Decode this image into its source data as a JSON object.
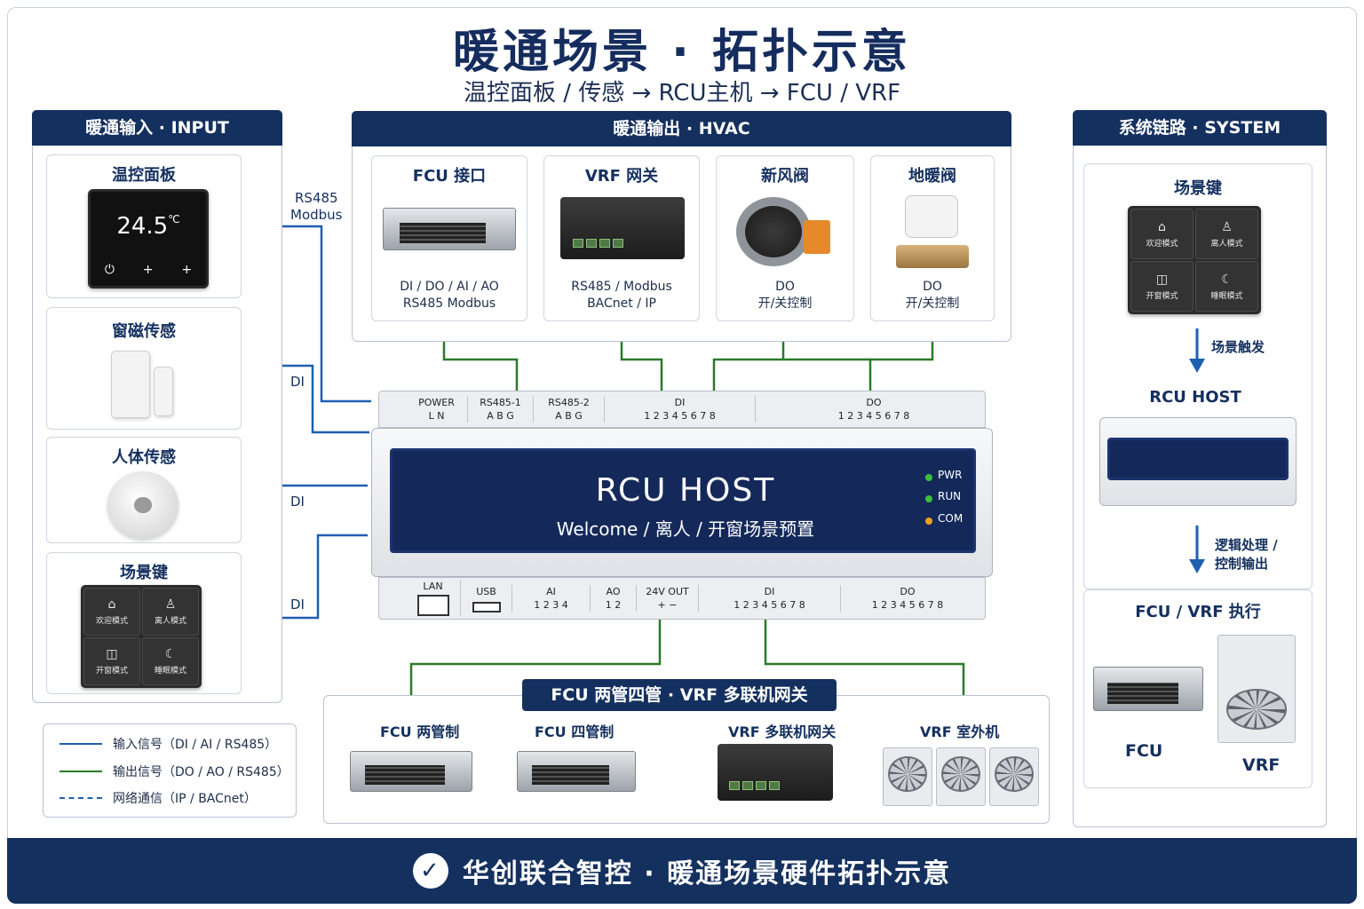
{
  "header": {
    "title": "暖通场景 · 拓扑示意",
    "subtitle": "温控面板 / 传感 → RCU主机 → FCU / VRF"
  },
  "input_panel": {
    "heading": "暖通输入 · INPUT",
    "thermostat": {
      "title": "温控面板",
      "temp": "24.5",
      "unit": "℃",
      "keys": [
        "⏻",
        "+",
        "+"
      ]
    },
    "door_sensor": {
      "title": "窗磁传感"
    },
    "pir_sensor": {
      "title": "人体传感"
    },
    "scene_keys": {
      "title": "场景键",
      "buttons": [
        "欢迎模式",
        "离人模式",
        "开窗模式",
        "睡眠模式"
      ]
    }
  },
  "link_labels": {
    "rs485": "RS485",
    "modbus": "Modbus",
    "di_1": "DI",
    "di_2": "DI",
    "di_3": "DI"
  },
  "output_panel": {
    "heading": "暖通输出 · HVAC",
    "fcu": {
      "title": "FCU 接口",
      "cap1": "DI / DO / AI / AO",
      "cap2": "RS485 Modbus"
    },
    "vrf": {
      "title": "VRF 网关",
      "cap1": "RS485 / Modbus",
      "cap2": "BACnet / IP"
    },
    "fresh_air": {
      "title": "新风阀",
      "cap1": "DO",
      "cap2": "开/关控制"
    },
    "floor_heat": {
      "title": "地暖阀",
      "cap1": "DO",
      "cap2": "开/关控制"
    }
  },
  "host": {
    "name": "RCU HOST",
    "scenes": "Welcome / 离人 / 开窗场景预置",
    "leds": [
      {
        "label": "PWR",
        "color": "#3cbf3c"
      },
      {
        "label": "RUN",
        "color": "#3cbf3c"
      },
      {
        "label": "COM",
        "color": "#f0a020"
      }
    ],
    "top_terminals": [
      {
        "name": "POWER",
        "pins": "L  N"
      },
      {
        "name": "RS485-1",
        "pins": "A  B  G"
      },
      {
        "name": "RS485-2",
        "pins": "A  B  G"
      },
      {
        "name": "DI",
        "pins": "1 2 3 4  5 6 7 8"
      },
      {
        "name": "DO",
        "pins": "1 2 3 4 5 6 7 8"
      }
    ],
    "bottom_terminals": [
      {
        "name": "LAN",
        "pins": ""
      },
      {
        "name": "USB",
        "pins": ""
      },
      {
        "name": "AI",
        "pins": "1  2  3  4"
      },
      {
        "name": "AO",
        "pins": "1  2"
      },
      {
        "name": "24V OUT",
        "pins": "+   −"
      },
      {
        "name": "DI",
        "pins": "1 2 3 4 5 6 7 8"
      },
      {
        "name": "DO",
        "pins": "1 2 3 4 5 6 7 8"
      }
    ]
  },
  "bottom_group": {
    "heading": "FCU 两管四管 · VRF 多联机网关",
    "items": [
      "FCU 两管制",
      "FCU 四管制",
      "VRF 多联机网关",
      "VRF 室外机"
    ]
  },
  "system_panel": {
    "heading": "系统链路 · SYSTEM",
    "scene_title": "场景键",
    "scene_buttons": [
      "欢迎模式",
      "离人模式",
      "开窗模式",
      "睡眠模式"
    ],
    "arrow1": "场景触发",
    "host_title": "RCU HOST",
    "arrow2_l1": "逻辑处理 /",
    "arrow2_l2": "控制输出",
    "exec_title": "FCU / VRF 执行",
    "fcu_label": "FCU",
    "vrf_label": "VRF"
  },
  "legend": {
    "items": [
      {
        "label": "输入信号（DI / AI / RS485）",
        "color": "#1f5fb0",
        "style": "solid"
      },
      {
        "label": "输出信号（DO / AO / RS485）",
        "color": "#2a7a2a",
        "style": "solid"
      },
      {
        "label": "网络通信（IP / BACnet）",
        "color": "#1f5fb0",
        "style": "dashed"
      }
    ]
  },
  "footer": {
    "logo": "✓",
    "text": "华创联合智控 · 暖通场景硬件拓扑示意"
  }
}
